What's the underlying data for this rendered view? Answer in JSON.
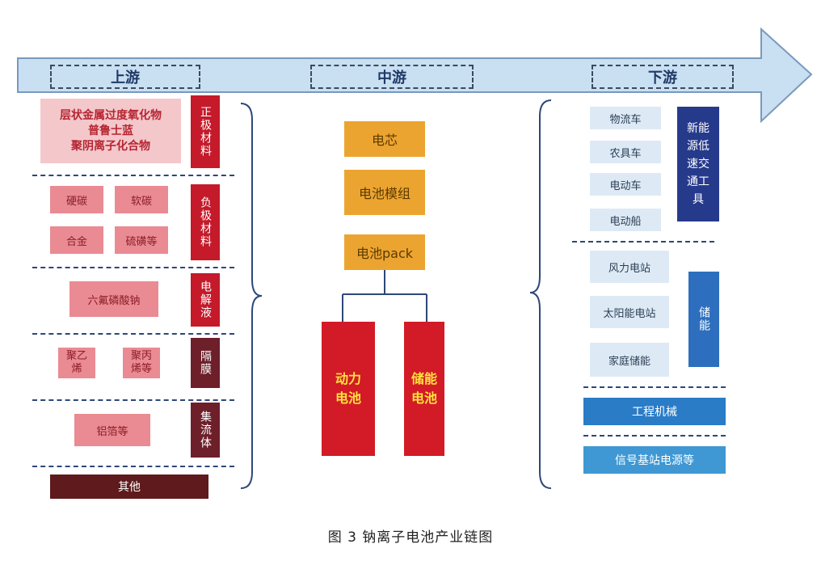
{
  "stages": {
    "upstream": "上游",
    "midstream": "中游",
    "downstream": "下游"
  },
  "upstream": {
    "cathode_items": [
      "层状金属过度氧化物",
      "普鲁士蓝",
      "聚阴离子化合物"
    ],
    "cathode_label": "正极材料",
    "anode_items": [
      "硬碳",
      "软碳",
      "合金",
      "硫磺等"
    ],
    "anode_label": "负极材料",
    "electrolyte_item": "六氟磷酸钠",
    "electrolyte_label": "电解液",
    "separator_items": [
      "聚乙烯",
      "聚丙烯等"
    ],
    "separator_label": "隔膜",
    "collector_item": "铝箔等",
    "collector_label": "集流体",
    "other": "其他"
  },
  "midstream": {
    "cell": "电芯",
    "module": "电池模组",
    "pack": "电池pack",
    "power_battery": "动力电池",
    "storage_battery": "储能电池"
  },
  "downstream": {
    "vehicles": [
      "物流车",
      "农具车",
      "电动车",
      "电动船"
    ],
    "vehicle_label": "新能源低速交通工具",
    "storage_items": [
      "风力电站",
      "太阳能电站",
      "家庭储能"
    ],
    "storage_label": "储能",
    "machinery": "工程机械",
    "base_station": "信号基站电源等"
  },
  "caption": "图 3  钠离子电池产业链图",
  "colors": {
    "arrow": "#c9dff2",
    "dark_red": "#c41a2a",
    "orange": "#eca430",
    "navy": "#263a8c"
  }
}
